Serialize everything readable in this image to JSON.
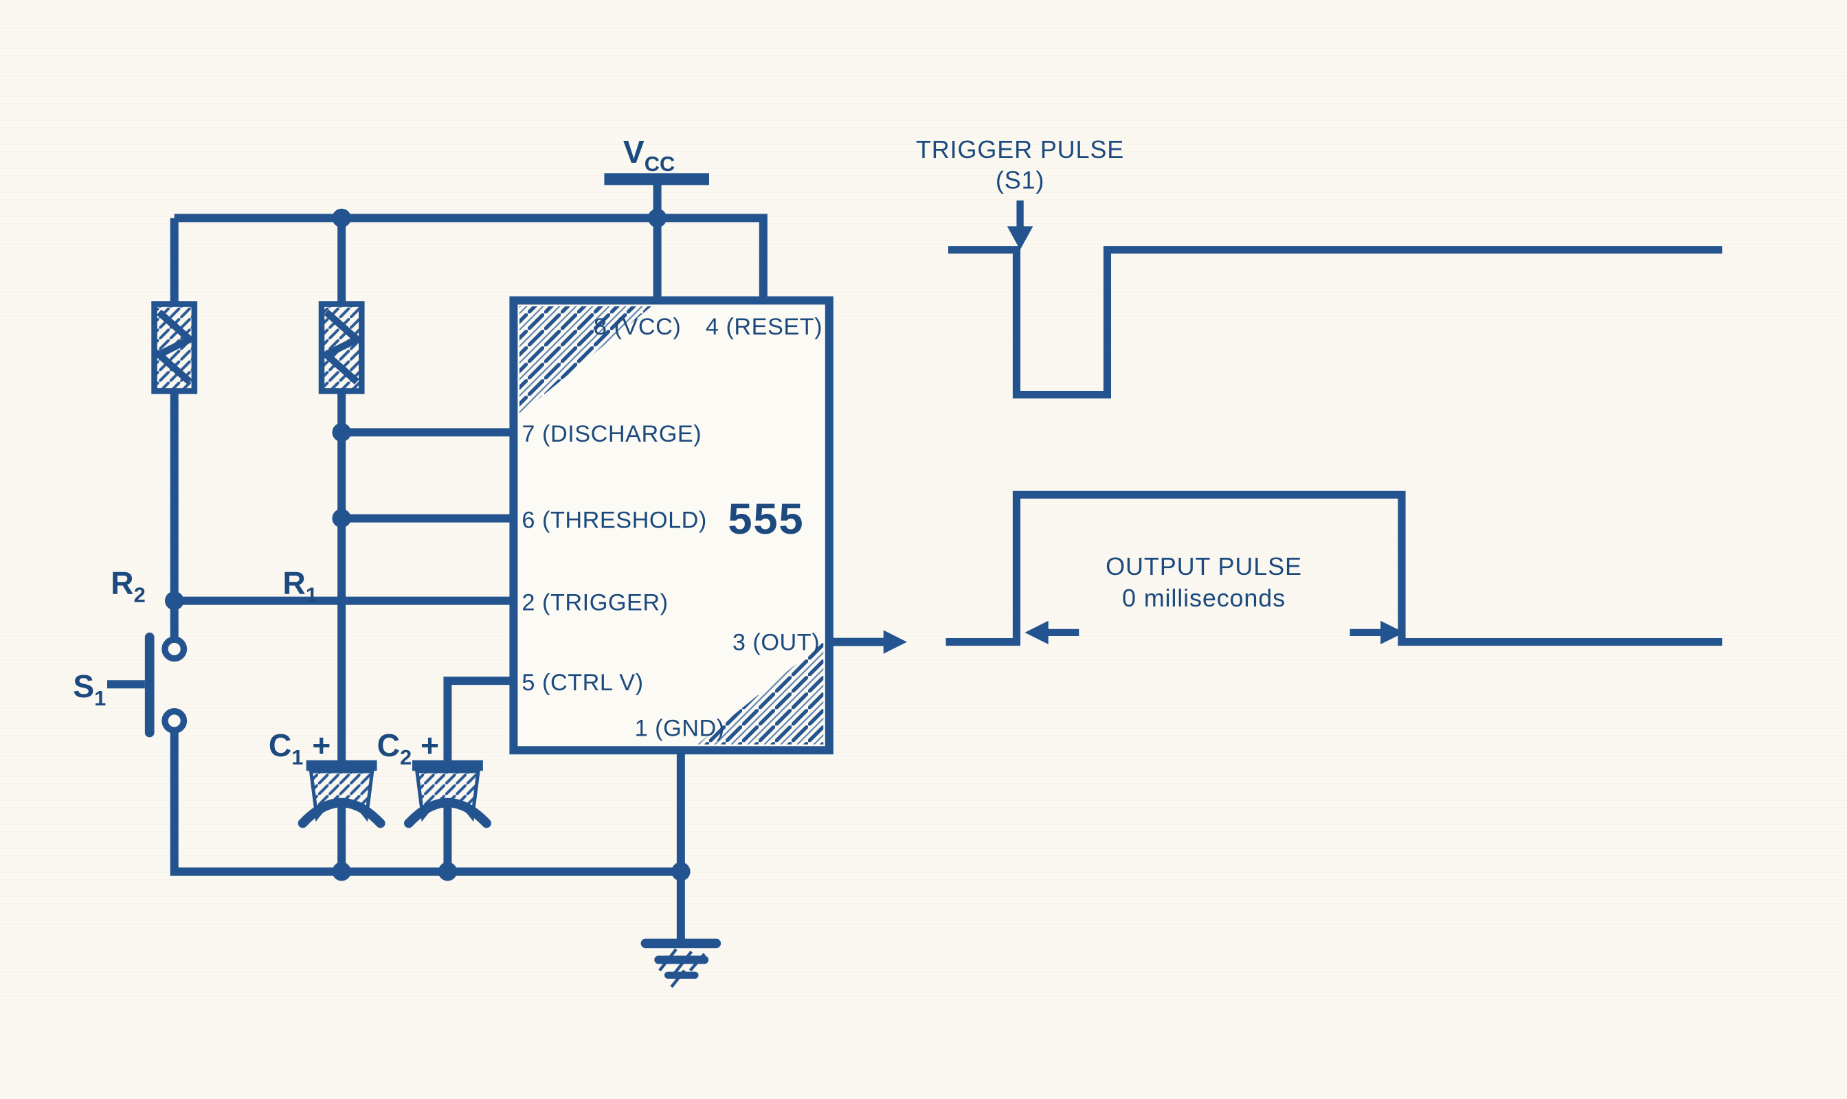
{
  "palette": {
    "ink": "#24548f",
    "text": "#1d4a7e",
    "background": "#faf8f1"
  },
  "circuit": {
    "power": {
      "symbol": "V",
      "subscript": "CC"
    },
    "resistors": [
      {
        "name": "R",
        "sub": "2"
      },
      {
        "name": "R",
        "sub": "1"
      }
    ],
    "switch": {
      "name": "S",
      "sub": "1"
    },
    "capacitors": [
      {
        "name": "C",
        "sub": "1",
        "suffix": " +"
      },
      {
        "name": "C",
        "sub": "2",
        "suffix": " +"
      }
    ],
    "ic": {
      "name": "555",
      "pin8": "8 (VCC)",
      "pin4": "4 (RESET)",
      "pin7": "7 (DISCHARGE)",
      "pin6": "6 (THRESHOLD)",
      "pin2": "2 (TRIGGER)",
      "pin3": "3 (OUT)",
      "pin5": "5 (CTRL V)",
      "pin1": "1 (GND)"
    }
  },
  "waveforms": {
    "trigger": {
      "title": "TRIGGER PULSE",
      "subtitle": "(S1)"
    },
    "output": {
      "title": "OUTPUT PULSE",
      "duration": "0 milliseconds"
    }
  }
}
